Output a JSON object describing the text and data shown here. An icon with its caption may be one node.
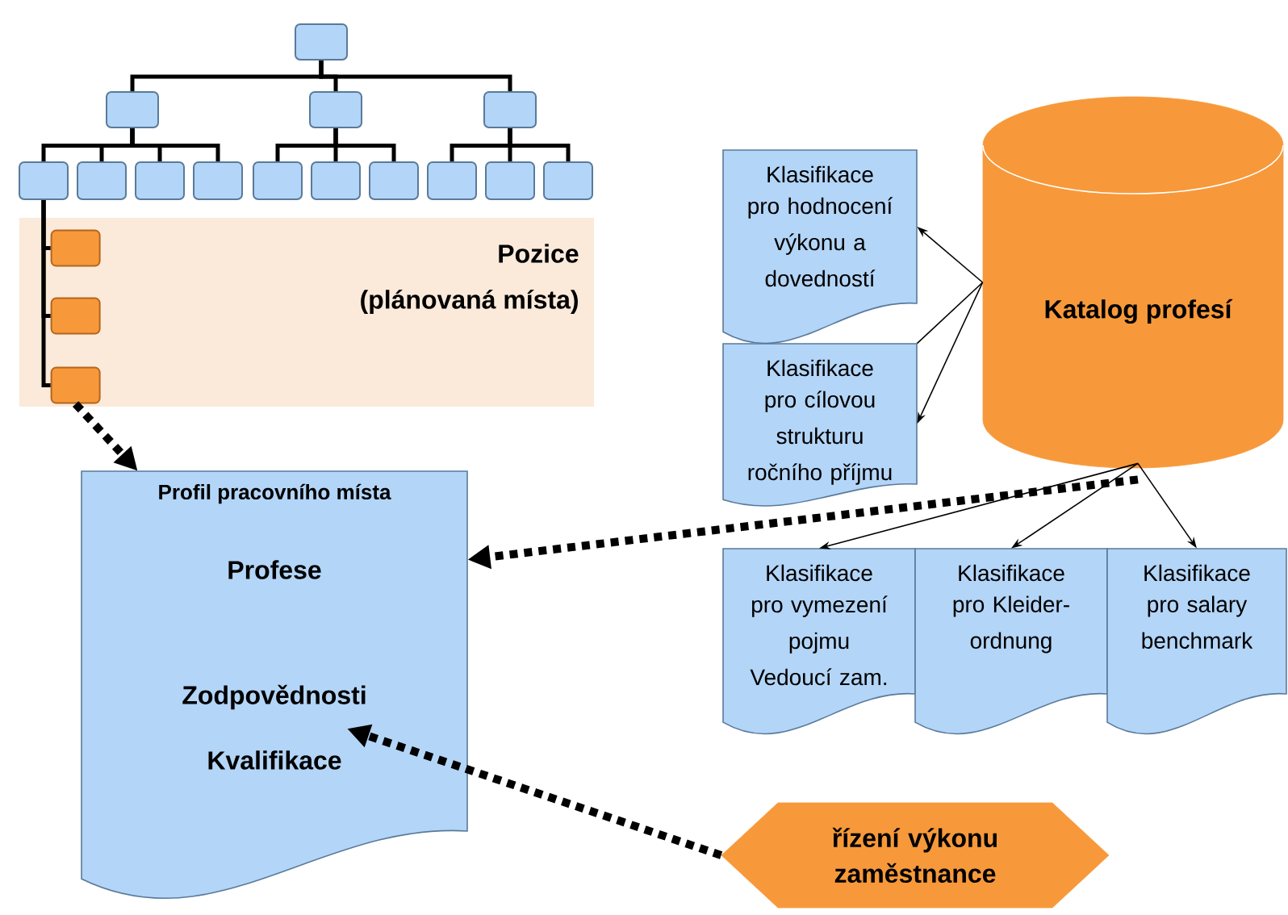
{
  "diagram": {
    "nodes": [
      {
        "text": [],
        "shape": "box"
      },
      {
        "text": [],
        "shape": "box"
      },
      {
        "text": [],
        "shape": "box"
      },
      {
        "text": [],
        "shape": "box"
      },
      {
        "text": [],
        "shape": "box"
      },
      {
        "text": [],
        "shape": "box"
      },
      {
        "text": [],
        "shape": "box"
      },
      {
        "text": [],
        "shape": "box"
      },
      {
        "text": [],
        "shape": "box"
      },
      {
        "text": [],
        "shape": "box"
      },
      {
        "text": [],
        "shape": "box"
      },
      {
        "text": [],
        "shape": "box"
      },
      {
        "text": [],
        "shape": "box"
      },
      {
        "text": [],
        "shape": "box"
      },
      {
        "text": [
          "Pozice",
          "(plánovaná místa)"
        ]
      },
      {
        "text": [],
        "shape": "box",
        "in": 14
      },
      {
        "text": [],
        "shape": "box",
        "in": 14
      },
      {
        "text": [],
        "shape": "box",
        "in": 14
      },
      {
        "text": [
          "Profil pracovního místa",
          "Profese",
          "Zodpovědnosti",
          "Kvalifikace"
        ]
      },
      {
        "text": [
          "Katalog profesí"
        ]
      },
      {
        "text": [
          "Klasifikace",
          "pro hodnocení výkonu a dovedností"
        ]
      },
      {
        "text": [
          "Klasifikace",
          "pro cílovou strukturu ročního příjmu"
        ]
      },
      {
        "text": [
          "Klasifikace",
          "pro vymezení pojmu Vedoucí zam."
        ]
      },
      {
        "text": [
          "Klasifikace",
          "pro Kleider- ordnung"
        ]
      },
      {
        "text": [
          "Klasifikace",
          "pro salary benchmark"
        ]
      },
      {
        "text": [
          "řízení výkonu zaměstnance"
        ]
      }
    ],
    "edges": [
      {
        "from": 0,
        "to": 1,
        "arrow": "none"
      },
      {
        "from": 0,
        "to": 2,
        "arrow": "none"
      },
      {
        "from": 0,
        "to": 3,
        "arrow": "none"
      },
      {
        "from": 1,
        "to": 4,
        "arrow": "none"
      },
      {
        "from": 1,
        "to": 5,
        "arrow": "none"
      },
      {
        "from": 1,
        "to": 6,
        "arrow": "none"
      },
      {
        "from": 1,
        "to": 7,
        "arrow": "none"
      },
      {
        "from": 2,
        "to": 8,
        "arrow": "none"
      },
      {
        "from": 2,
        "to": 9,
        "arrow": "none"
      },
      {
        "from": 2,
        "to": 10,
        "arrow": "none"
      },
      {
        "from": 3,
        "to": 11,
        "arrow": "none"
      },
      {
        "from": 3,
        "to": 12,
        "arrow": "none"
      },
      {
        "from": 3,
        "to": 13,
        "arrow": "none"
      },
      {
        "from": 4,
        "to": 15,
        "arrow": "none"
      },
      {
        "from": 4,
        "to": 16,
        "arrow": "none"
      },
      {
        "from": 4,
        "to": 17,
        "arrow": "none"
      },
      {
        "from": 17,
        "to": 18,
        "arrow": "to",
        "style": "dashed"
      },
      {
        "from": 19,
        "to": 20,
        "arrow": "to"
      },
      {
        "from": 19,
        "to": 21,
        "arrow": "none"
      },
      {
        "from": 19,
        "to": 21,
        "arrow": "to"
      },
      {
        "from": 19,
        "to": 22,
        "arrow": "to"
      },
      {
        "from": 19,
        "to": 23,
        "arrow": "to"
      },
      {
        "from": 19,
        "to": 24,
        "arrow": "to"
      },
      {
        "from": 19,
        "to": 18,
        "arrow": "to",
        "style": "dashed"
      },
      {
        "from": 25,
        "to": 18,
        "arrow": "to",
        "style": "dashed"
      }
    ]
  }
}
